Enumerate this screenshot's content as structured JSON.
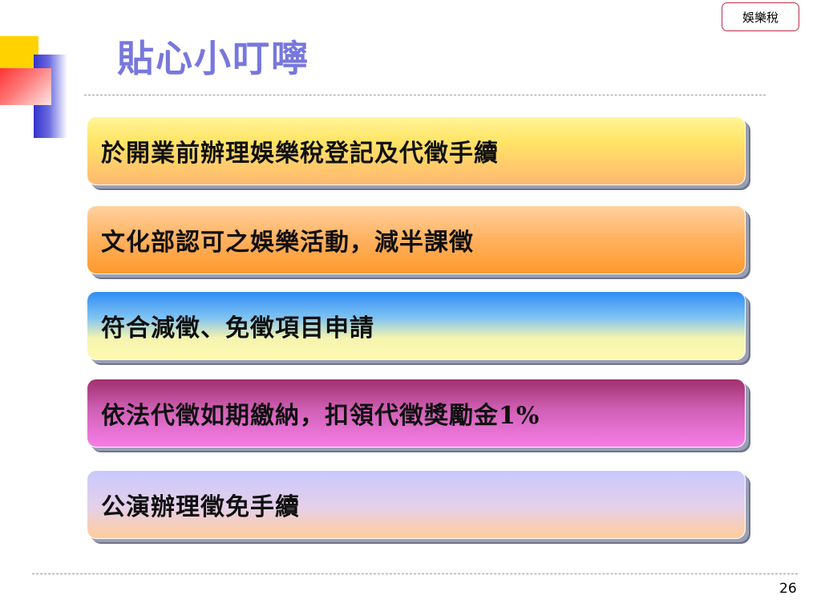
{
  "header": {
    "tag": "娛樂稅",
    "title": "貼心小叮嚀"
  },
  "items": [
    {
      "text": "於開業前辦理娛樂稅登記及代徵手續"
    },
    {
      "text": "文化部認可之娛樂活動，減半課徵"
    },
    {
      "text": "符合減徵、免徵項目申請"
    },
    {
      "text": "依法代徵如期繳納，扣領代徵獎勵金1%"
    },
    {
      "text": "公演辦理徵免手續"
    }
  ],
  "footer": {
    "page_number": "26"
  }
}
